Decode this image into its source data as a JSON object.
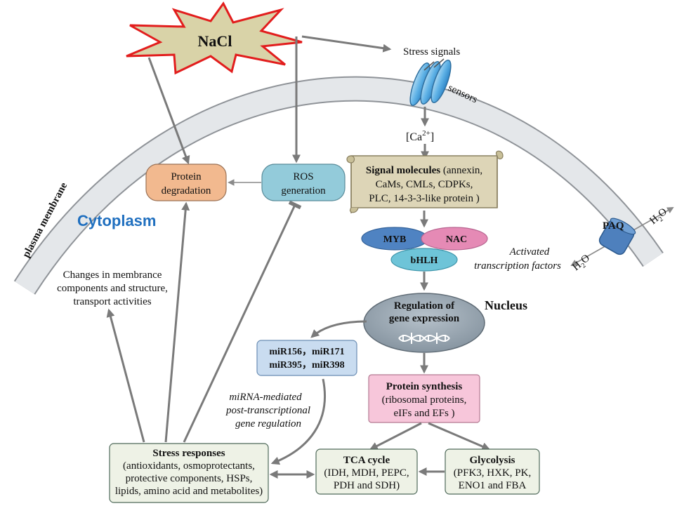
{
  "stimulus": {
    "label": "NaCl"
  },
  "stress_signals": {
    "label": "Stress signals"
  },
  "sensors": {
    "label": "sensors"
  },
  "calcium": {
    "base": "[Ca",
    "charge": "2+",
    "close": "]"
  },
  "plasma_membrane": {
    "label": "plasma membrane"
  },
  "cytoplasm": {
    "label": "Cytoplasm"
  },
  "nucleus": {
    "label": "Nucleus"
  },
  "protein_degradation": {
    "line1": "Protein",
    "line2": "degradation"
  },
  "ros_generation": {
    "line1": "ROS",
    "line2": "generation"
  },
  "signal_molecules": {
    "title": "Signal molecules",
    "line1_rest": " (annexin,",
    "line2": "CaMs, CMLs, CDPKs,",
    "line3": "PLC, 14-3-3-like protein )"
  },
  "transcription_factors": {
    "myb": "MYB",
    "nac": "NAC",
    "bhlh": "bHLH",
    "caption_line1": "Activated",
    "caption_line2": "transcription factors"
  },
  "gene_expression": {
    "line1": "Regulation of",
    "line2": "gene expression"
  },
  "mirnas": {
    "line1": "miR156，miR171",
    "line2": "miR395，miR398"
  },
  "mirna_caption": {
    "line1": "miRNA-mediated",
    "line2": "post-transcriptional",
    "line3": "gene regulation"
  },
  "protein_synthesis": {
    "title": "Protein synthesis",
    "line2": "(ribosomal proteins,",
    "line3": "eIFs and EFs )"
  },
  "membrane_changes": {
    "line1": "Changes in membrance",
    "line2": "components and structure,",
    "line3": "transport activities"
  },
  "stress_responses": {
    "title": "Stress responses",
    "line2": "(antioxidants, osmoprotectants,",
    "line3": "protective components, HSPs,",
    "line4": "lipids, amino acid and metabolites)"
  },
  "tca_cycle": {
    "title": "TCA cycle",
    "line2": "(IDH, MDH, PEPC,",
    "line3": "PDH  and SDH)"
  },
  "glycolysis": {
    "title": "Glycolysis",
    "line2": "(PFK3, HXK, PK,",
    "line3": "ENO1 and FBA"
  },
  "paq": {
    "label": "PAQ",
    "water_h": "H",
    "water_sub": "2",
    "water_o": "O"
  },
  "colors": {
    "membrane_fill": "#e4e7ea",
    "membrane_stroke": "#8f9398",
    "nacl_fill": "#d9d3a8",
    "nacl_stroke": "#e21d1d",
    "protein_degradation_fill": "#f2b98f",
    "ros_fill": "#93cbda",
    "signal_fill": "#ddd5b7",
    "myb_fill": "#4f83c2",
    "nac_fill": "#e58ab5",
    "bhlh_fill": "#6ec4d8",
    "gene_fill": "#9aa7b2",
    "mirna_fill": "#c9dcf0",
    "protein_synthesis_fill": "#f7c6da",
    "box_fill": "#eef2e6",
    "paq_fill": "#4e80bd",
    "cytoplasm_text": "#1f6fbf",
    "arrow": "#7a7a7a"
  }
}
